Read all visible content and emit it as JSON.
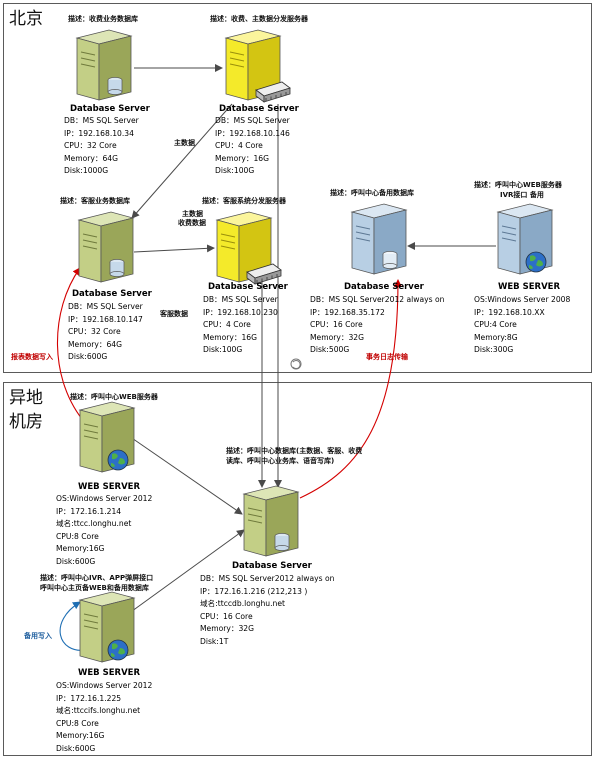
{
  "zones": {
    "beijing": {
      "title": "北京"
    },
    "remote": {
      "title_line1": "异地",
      "title_line2": "机房"
    }
  },
  "nodes": {
    "db_charge": {
      "desc": "描述：收费业务数据库",
      "name": "Database Server",
      "lines": [
        "DB：MS SQL Server",
        "IP：192.168.10.34",
        "CPU：32 Core",
        "Memory：64G",
        "Disk:1000G"
      ]
    },
    "db_dist": {
      "desc": "描述：收费、主数据分发服务器",
      "name": "Database Server",
      "lines": [
        "DB：MS SQL Server",
        "IP：192.168.10.146",
        "CPU：4 Core",
        "Memory：16G",
        "Disk:100G"
      ]
    },
    "db_cs": {
      "desc": "描述：客服业务数据库",
      "name": "Database Server",
      "lines": [
        "DB：MS SQL Server",
        "IP：192.168.10.147",
        "CPU：32 Core",
        "Memory：64G",
        "Disk:600G"
      ]
    },
    "db_cs_dist": {
      "desc": "描述：客服系统分发服务器",
      "name": "Database Server",
      "lines": [
        "DB：MS SQL Server",
        "IP：192.168.10.230",
        "CPU：4 Core",
        "Memory：16G",
        "Disk:100G"
      ]
    },
    "db_backup": {
      "desc": "描述：呼叫中心备用数据库",
      "name": "Database Server",
      "lines": [
        "DB：MS SQL Server2012 always on",
        "IP：192.168.35.172",
        "CPU：16 Core",
        "Memory：32G",
        "Disk:500G"
      ]
    },
    "web_backup": {
      "desc_line1": "描述：呼叫中心WEB服务器",
      "desc_line2": "IVR接口 备用",
      "name": "WEB SERVER",
      "lines": [
        "OS:Windows Server 2008",
        "IP：192.168.10.XX",
        "CPU:4 Core",
        "Memory:8G",
        "Disk:300G"
      ]
    },
    "web_main": {
      "desc": "描述：呼叫中心WEB服务器",
      "name": "WEB SERVER",
      "lines": [
        "OS:Windows Server 2012",
        "IP：172.16.1.214",
        "域名:ttcc.longhu.net",
        "CPU:8 Core",
        "Memory:16G",
        "Disk:600G"
      ]
    },
    "db_callcenter": {
      "desc": "描述：呼叫中心数据库(主数据、客服、收费读库、呼叫中心业务库、语音写库)",
      "name": "Database Server",
      "lines": [
        "DB：MS SQL Server2012 always on",
        "IP：172.16.1.216  (212,213 )",
        "域名:ttccdb.longhu.net",
        "CPU：16 Core",
        "Memory：32G",
        "Disk:1T"
      ]
    },
    "web_ivr": {
      "desc_line1": "描述：呼叫中心IVR、APP弹屏接口",
      "desc_line2": "呼叫中心主页备WEB和备用数据库",
      "name": "WEB SERVER",
      "lines": [
        "OS:Windows Server 2012",
        "IP：172.16.1.225",
        "域名:ttccifs.longhu.net",
        "CPU:8 Core",
        "Memory:16G",
        "Disk:600G"
      ]
    }
  },
  "edge_labels": {
    "master_data": "主数据",
    "master_charge_line1": "主数据",
    "master_charge_line2": "收费数据",
    "cs_data": "客服数据",
    "report_write": "报表数据写入",
    "log_sync": "事务日志传输",
    "backup_write": "备用写入"
  },
  "colors": {
    "db_server": "#c3cf86",
    "dist_server": "#f4ea2a",
    "backup_server": "#b8cfe4",
    "red_link": "#d40000",
    "blue_link": "#1f6fb4"
  }
}
